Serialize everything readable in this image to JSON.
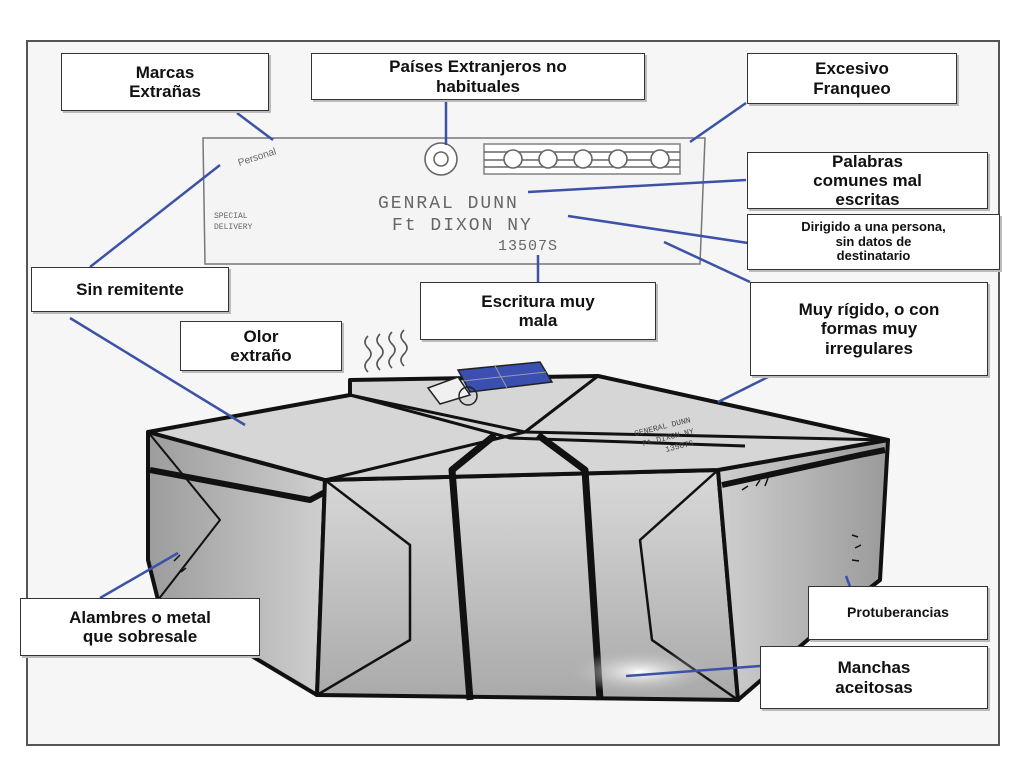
{
  "labels": {
    "marcas": "Marcas\nExtrañas",
    "paises": "Países Extranjeros no\nhabituales",
    "excesivo": "Excesivo\nFranqueo",
    "palabras": "Palabras\ncomunes mal\nescritas",
    "dirigido": "Dirigido a una persona,\nsin datos de\ndestinatario",
    "sin_remitente": "Sin remitente",
    "escritura": "Escritura muy\nmala",
    "olor": "Olor\nextraño",
    "rigido": "Muy rígido, o con\nformas muy\nirregulares",
    "alambres": "Alambres o metal\nque sobresale",
    "protuberancias": "Protuberancias",
    "manchas": "Manchas\naceitosas"
  },
  "envelope": {
    "stamp_mark": "Personal",
    "special_delivery": "SPECIAL\nDELIVERY",
    "address_line1": "GENRAL DUNN",
    "address_line2": "Ft DIXON NY",
    "address_line3": "13507S"
  },
  "package_label": {
    "line1": "GENERAL DUNN",
    "line2": "Ft DIXON NY",
    "line3": "13507S"
  },
  "colors": {
    "stamp_block": "#3b4fb0",
    "box_top": "#d8d8d8",
    "box_side": "#bdbdbd",
    "outline": "#111111"
  }
}
